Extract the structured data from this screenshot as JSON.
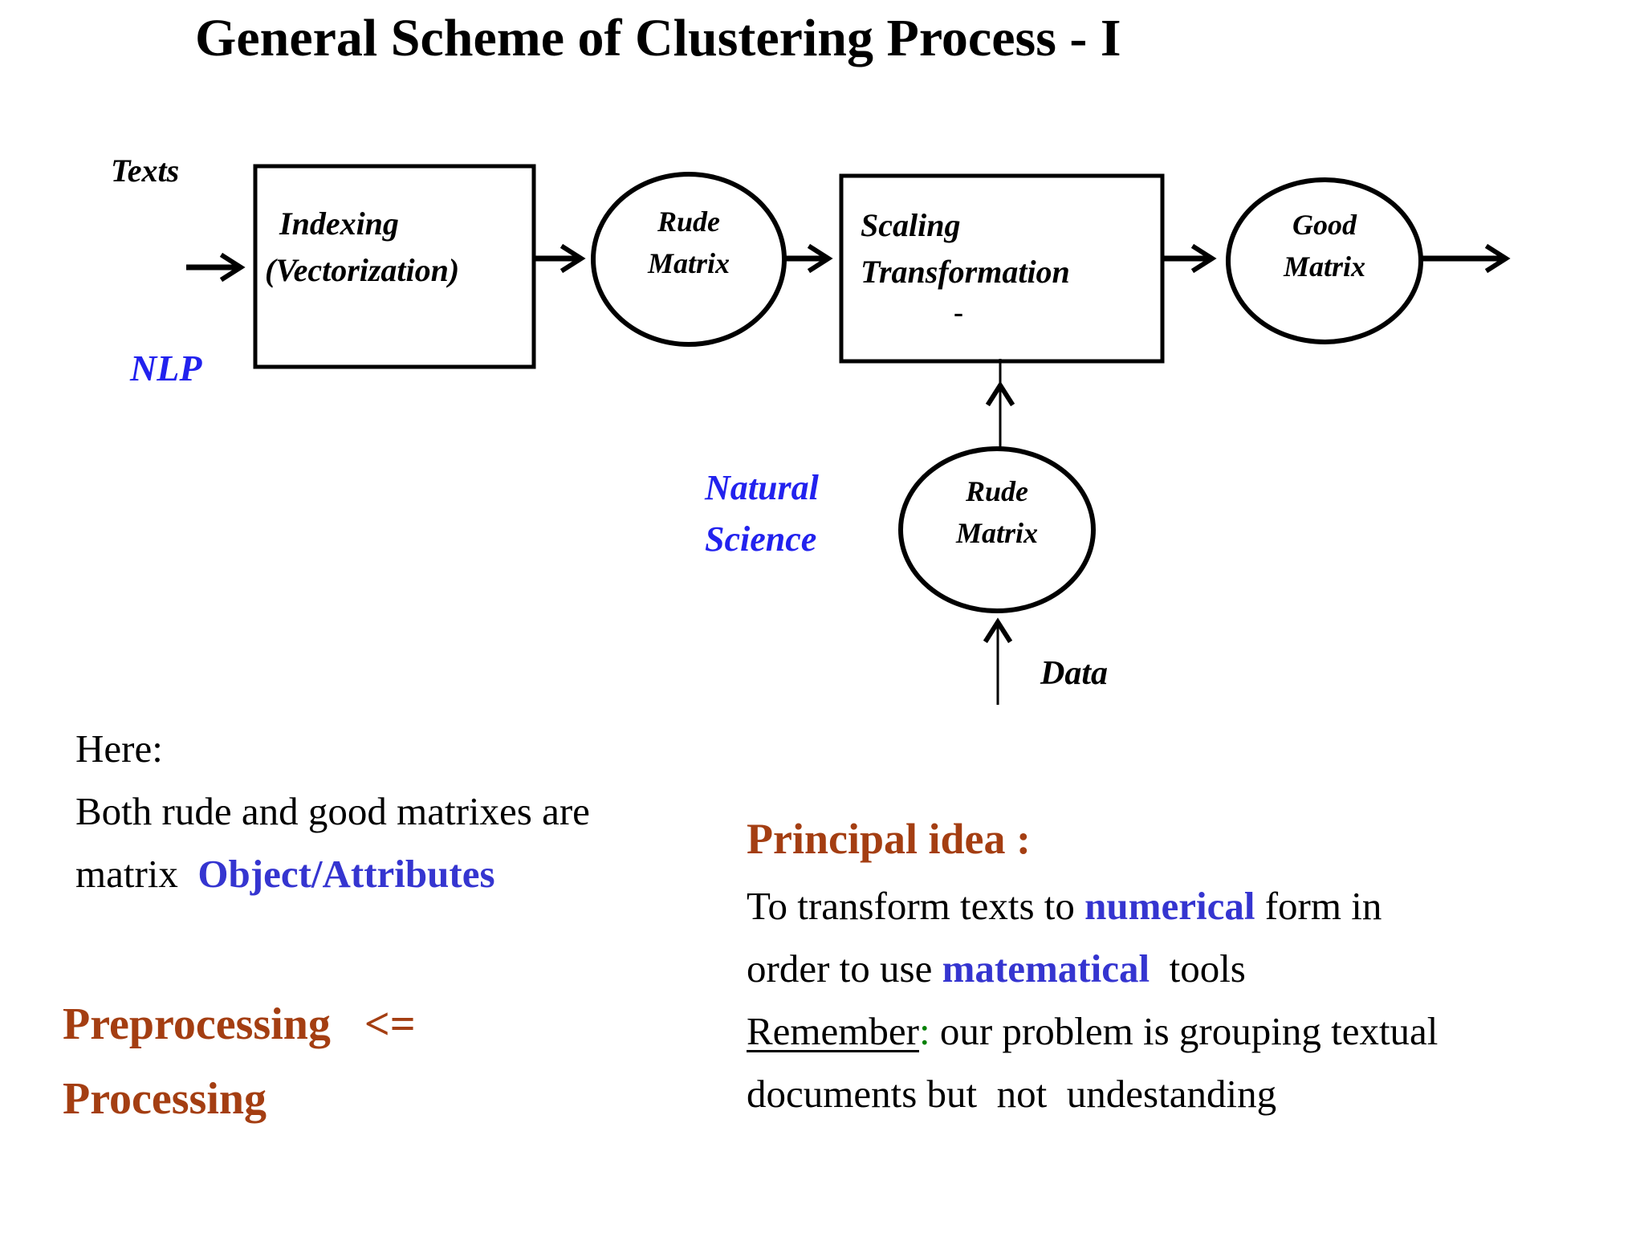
{
  "title": "General Scheme of Clustering Process - I",
  "colors": {
    "accent_red": "#A43E12",
    "diagram_blue": "#2222EE",
    "body_blue": "#3535D0",
    "colon_green": "#008000",
    "shape_stroke": "#000000",
    "background": "#FFFFFF"
  },
  "diagram": {
    "texts_label": "Texts",
    "nlp_label": "NLP",
    "indexing_line1": "Indexing",
    "indexing_line2": "(Vectorization)",
    "rude1_line1": "Rude",
    "rude1_line2": "Matrix",
    "scaling_line1": "Scaling",
    "scaling_line2": "Transformation",
    "scaling_dash": "-",
    "good_line1": "Good",
    "good_line2": "Matrix",
    "natural_line1": "Natural",
    "natural_line2": "Science",
    "rude2_line1": "Rude",
    "rude2_line2": "Matrix",
    "data_label": "Data"
  },
  "left_block": {
    "line1": "Here:",
    "line2": "Both rude and good matrixes are",
    "line3_pre": "matrix  ",
    "line3_blue": "Object/Attributes"
  },
  "preprocessing": {
    "line1": "Preprocessing   <=",
    "line2": "Processing"
  },
  "right_block": {
    "heading": "Principal idea :",
    "line1_pre": "To transform texts to ",
    "line1_blue": "numerical",
    "line1_post": " form in",
    "line2_pre": "order to use ",
    "line2_blue": "matematical",
    "line2_post": "  tools",
    "line3_remember": "Remember",
    "line3_colon": ":",
    "line3_post": " our problem is grouping textual",
    "line4": "documents but  not  undestanding"
  }
}
